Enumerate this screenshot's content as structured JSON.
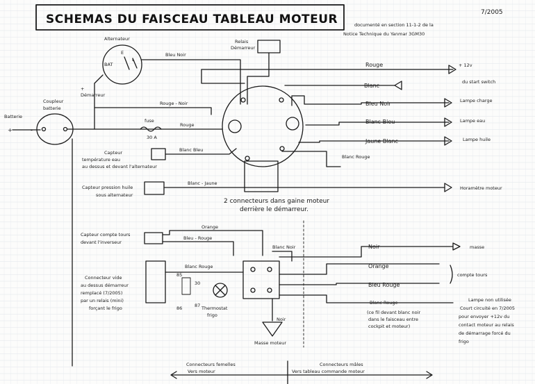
{
  "title": "SCHEMAS DU FAISCEAU TABLEAU MOTEUR",
  "date": "7/2005",
  "reference": [
    "documenté en section 11-1-2 de la",
    "Notice Technique du Yanmar 3GM30"
  ],
  "components": {
    "batterie": "Batterie",
    "batterie_plus": "+",
    "batterie_minus": "-",
    "coupleur": [
      "Coupleur",
      "batterie"
    ],
    "alternateur": "Alternateur",
    "alt_bat": "BAT",
    "alt_e": "E",
    "alt_l": "L",
    "demarreur": [
      "+",
      "Démarreur"
    ],
    "relais": [
      "Relais",
      "Démarreur"
    ],
    "fuse": [
      "fuse",
      "30 A"
    ],
    "capteur_temp": [
      "Capteur",
      "température eau",
      "au dessus et devant l'alternateur"
    ],
    "capteur_huile": [
      "Capteur pression huile",
      "sous alternateur"
    ],
    "capteur_tours": [
      "Capteur compte tours",
      "devant l'inverseur"
    ],
    "connecteur_vide": [
      "Connecteur vide",
      "au dessus démarreur",
      "remplacé (7/2005)",
      "par un relais (mini)",
      "forçant le frigo"
    ],
    "relay_85": "85",
    "relay_86": "86",
    "relay_30": "30",
    "relay_87": "87",
    "thermostat": [
      "Thermostat",
      "frigo"
    ],
    "masse_moteur": "Masse moteur",
    "connecteurs_note": [
      "2 connecteurs dans gaine moteur",
      "derrière le démarreur."
    ],
    "fl_note": [
      "(ce fil devant blanc noir",
      "dans le faisceau entre",
      "cockpit et moteur)"
    ],
    "lampe_note": [
      "Lampe non utilisée",
      "Court circuité en 7/2005",
      "pour envoyer +12v du",
      "contact moteur au relais",
      "de démarrage forcé du",
      "frigo"
    ]
  },
  "wires": {
    "bleu_noir_top": "Bleu Noir",
    "rouge_noir": "Rouge - Noir",
    "rouge": "Rouge",
    "blanc_bleu_left": "Blanc Bleu",
    "blanc_jaune": "Blanc - Jaune",
    "orange_top": "Orange",
    "bleu_rouge_left": "Bleu - Rouge",
    "blanc_rouge_left": "Blanc Rouge",
    "blanc_noir_mid": "Blanc Noir",
    "noir_mid": "Noir"
  },
  "right_top": [
    {
      "wire": "Rouge",
      "dest": "+ 12v"
    },
    {
      "wire": "Blanc",
      "dest": "du start switch"
    },
    {
      "wire": "Bleu Noir",
      "dest": "Lampe charge"
    },
    {
      "wire": "Blanc Bleu",
      "dest": "Lampe eau"
    },
    {
      "wire": "Jaune Blanc",
      "dest": "Lampe huile"
    },
    {
      "wire": "Blanc Rouge",
      "dest": ""
    },
    {
      "wire": "",
      "dest": "Horamètre moteur"
    }
  ],
  "right_bottom": [
    {
      "wire": "Noir",
      "dest": "masse"
    },
    {
      "wire": "Orange",
      "dest": ""
    },
    {
      "wire": "Bleu Rouge",
      "dest": "compte tours"
    },
    {
      "wire": "Blanc Rouge",
      "dest": ""
    }
  ],
  "footer": {
    "left": [
      "Connecteurs femelles",
      "Vers moteur"
    ],
    "right": [
      "Connecteurs mâles",
      "Vers tableau commande moteur"
    ]
  }
}
